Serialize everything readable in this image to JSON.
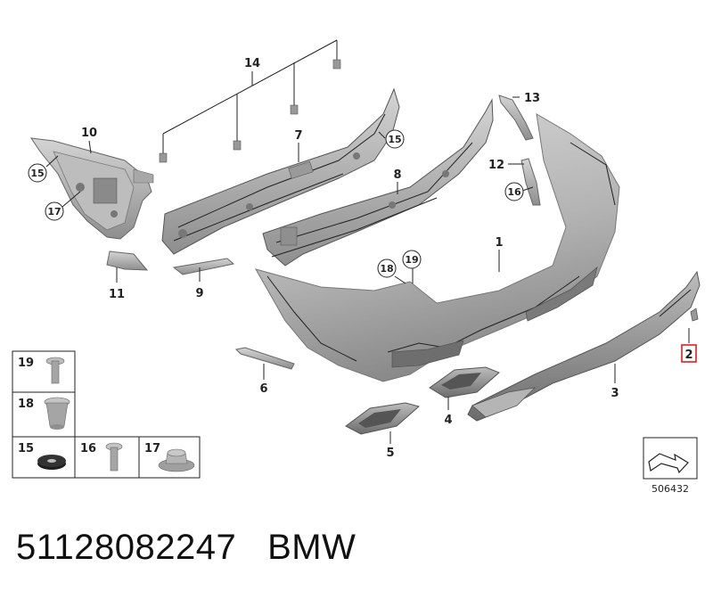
{
  "diagram": {
    "callouts": {
      "p1": "1",
      "p2": "2",
      "p3": "3",
      "p4": "4",
      "p5": "5",
      "p6": "6",
      "p7": "7",
      "p8": "8",
      "p9": "9",
      "p10": "10",
      "p11": "11",
      "p12": "12",
      "p13": "13",
      "p14": "14",
      "c15a": "15",
      "c15b": "15",
      "c16": "16",
      "c17": "17",
      "c18": "18",
      "c19": "19"
    },
    "highlighted_part": "2",
    "highlight_color": "#e02020",
    "legend": {
      "row1": [
        {
          "num": "19"
        }
      ],
      "row2": [
        {
          "num": "18"
        }
      ],
      "row3": [
        {
          "num": "15"
        },
        {
          "num": "16"
        },
        {
          "num": "17"
        }
      ]
    },
    "diagram_number": "506432"
  },
  "footer": {
    "part_number": "51128082247",
    "brand": "BMW"
  }
}
